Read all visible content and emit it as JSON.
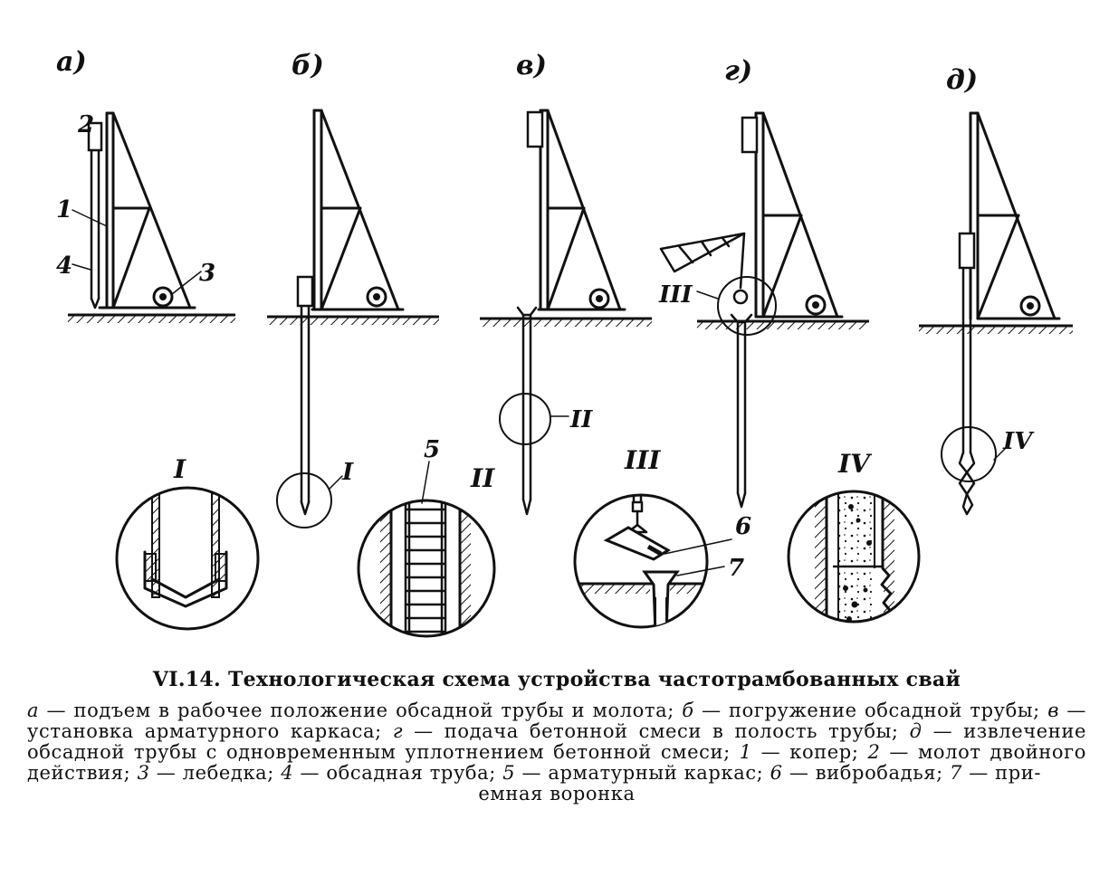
{
  "stages": [
    {
      "letter": "а)"
    },
    {
      "letter": "б)"
    },
    {
      "letter": "в)"
    },
    {
      "letter": "г)"
    },
    {
      "letter": "д)"
    }
  ],
  "part_numbers": [
    "1",
    "2",
    "3",
    "4",
    "5",
    "6",
    "7"
  ],
  "detail_labels": [
    "I",
    "II",
    "III",
    "IV"
  ],
  "caption": {
    "title": "VI.14. Технологическая схема устройства частотрамбованных свай",
    "items": [
      {
        "key": "а",
        "text": "— подъем в рабочее положение обсадной трубы и молота;"
      },
      {
        "key": "б",
        "text": "— погружение обсадной трубы;"
      },
      {
        "key": "в",
        "text": "— установка арматурного каркаса;"
      },
      {
        "key": "г",
        "text": "— подача бетонной смеси в полость трубы;"
      },
      {
        "key": "д",
        "text": "— извлечение обсадной трубы с одновременным уплотнением бетонной смеси;"
      },
      {
        "key": "1",
        "text": "— копер;"
      },
      {
        "key": "2",
        "text": "— молот двойного действия;"
      },
      {
        "key": "3",
        "text": "— лебедка;"
      },
      {
        "key": "4",
        "text": "— обсадная труба;"
      },
      {
        "key": "5",
        "text": "— арматурный каркас;"
      },
      {
        "key": "6",
        "text": "— вибробадья;"
      },
      {
        "key": "7",
        "text": "— при-"
      }
    ],
    "last_line": "емная воронка"
  }
}
